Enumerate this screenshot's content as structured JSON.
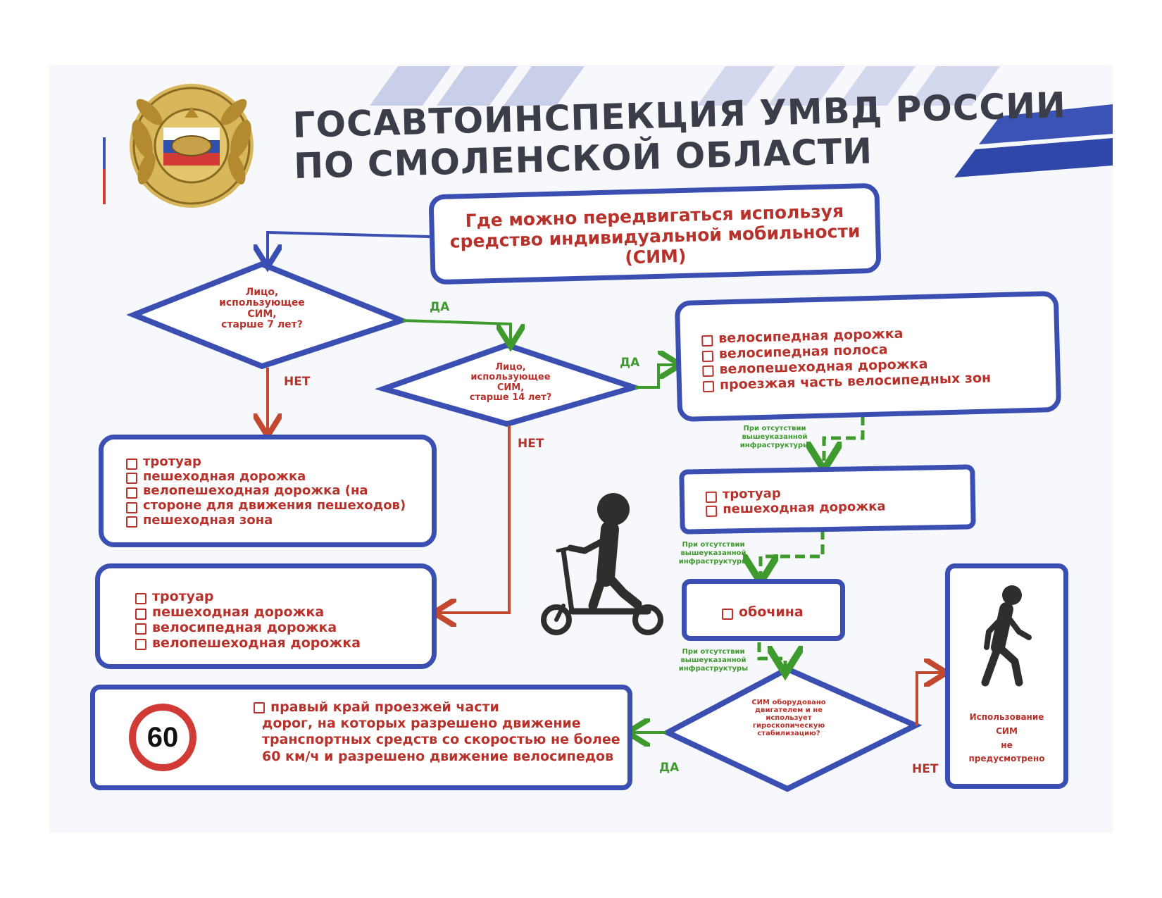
{
  "header": {
    "title_line1": "ГОСАВТОИНСПЕКЦИЯ УМВД РОССИИ",
    "title_line2": "ПО СМОЛЕНСКОЙ ОБЛАСТИ",
    "emblem": "traffic-police-emblem"
  },
  "question": {
    "line1": "Где можно передвигаться используя",
    "line2": "средство индивидуальной мобильности",
    "line3": "(СИМ)"
  },
  "decision_age7": {
    "l1": "Лицо,",
    "l2": "использующее",
    "l3": "СИМ,",
    "l4": "старше 7 лет?"
  },
  "decision_age14": {
    "l1": "Лицо,",
    "l2": "использующее",
    "l3": "СИМ,",
    "l4": "старше 14 лет?"
  },
  "decision_motor": {
    "l1": "СИМ оборудовано",
    "l2": "двигателем и не",
    "l3": "использует",
    "l4": "гироскопическую",
    "l5": "стабилизацию?"
  },
  "labels": {
    "yes": "ДА",
    "no": "НЕТ"
  },
  "box_under7": [
    "тротуар",
    "пешеходная дорожка",
    "велопешеходная дорожка (на",
    "стороне для движения пешеходов)",
    "пешеходная зона"
  ],
  "box_7to14": [
    "тротуар",
    "пешеходная дорожка",
    "велосипедная дорожка",
    "велопешеходная дорожка"
  ],
  "box_over14": [
    "велосипедная дорожка",
    "велосипедная полоса",
    "велопешеходная дорожка",
    "проезжая часть велосипедных зон"
  ],
  "box_sidewalk": [
    "тротуар",
    "пешеходная дорожка"
  ],
  "box_shoulder": [
    "обочина"
  ],
  "box_road": {
    "l1": "правый край проезжей части",
    "l2": "дорог, на которых разрешено движение",
    "l3": "транспортных средств со скоростью не более",
    "l4": "60 км/ч и разрешено движение велосипедов"
  },
  "speed_sign": "60",
  "absence_note": {
    "l1": "При отсутствии",
    "l2": "вышеуказанной",
    "l3": "инфраструктуры"
  },
  "prohibited": {
    "l1": "Использование",
    "l2": "СИМ",
    "l3": "не",
    "l4": "предусмотрено"
  },
  "icons": {
    "scooter": "person-on-scooter-icon",
    "pedestrian": "walking-person-icon"
  },
  "colors": {
    "frame": "#3b4fb3",
    "text_red": "#b8322c",
    "arrow_green": "#3f9a2d",
    "arrow_red": "#c4482f",
    "title": "#3b3d49"
  }
}
